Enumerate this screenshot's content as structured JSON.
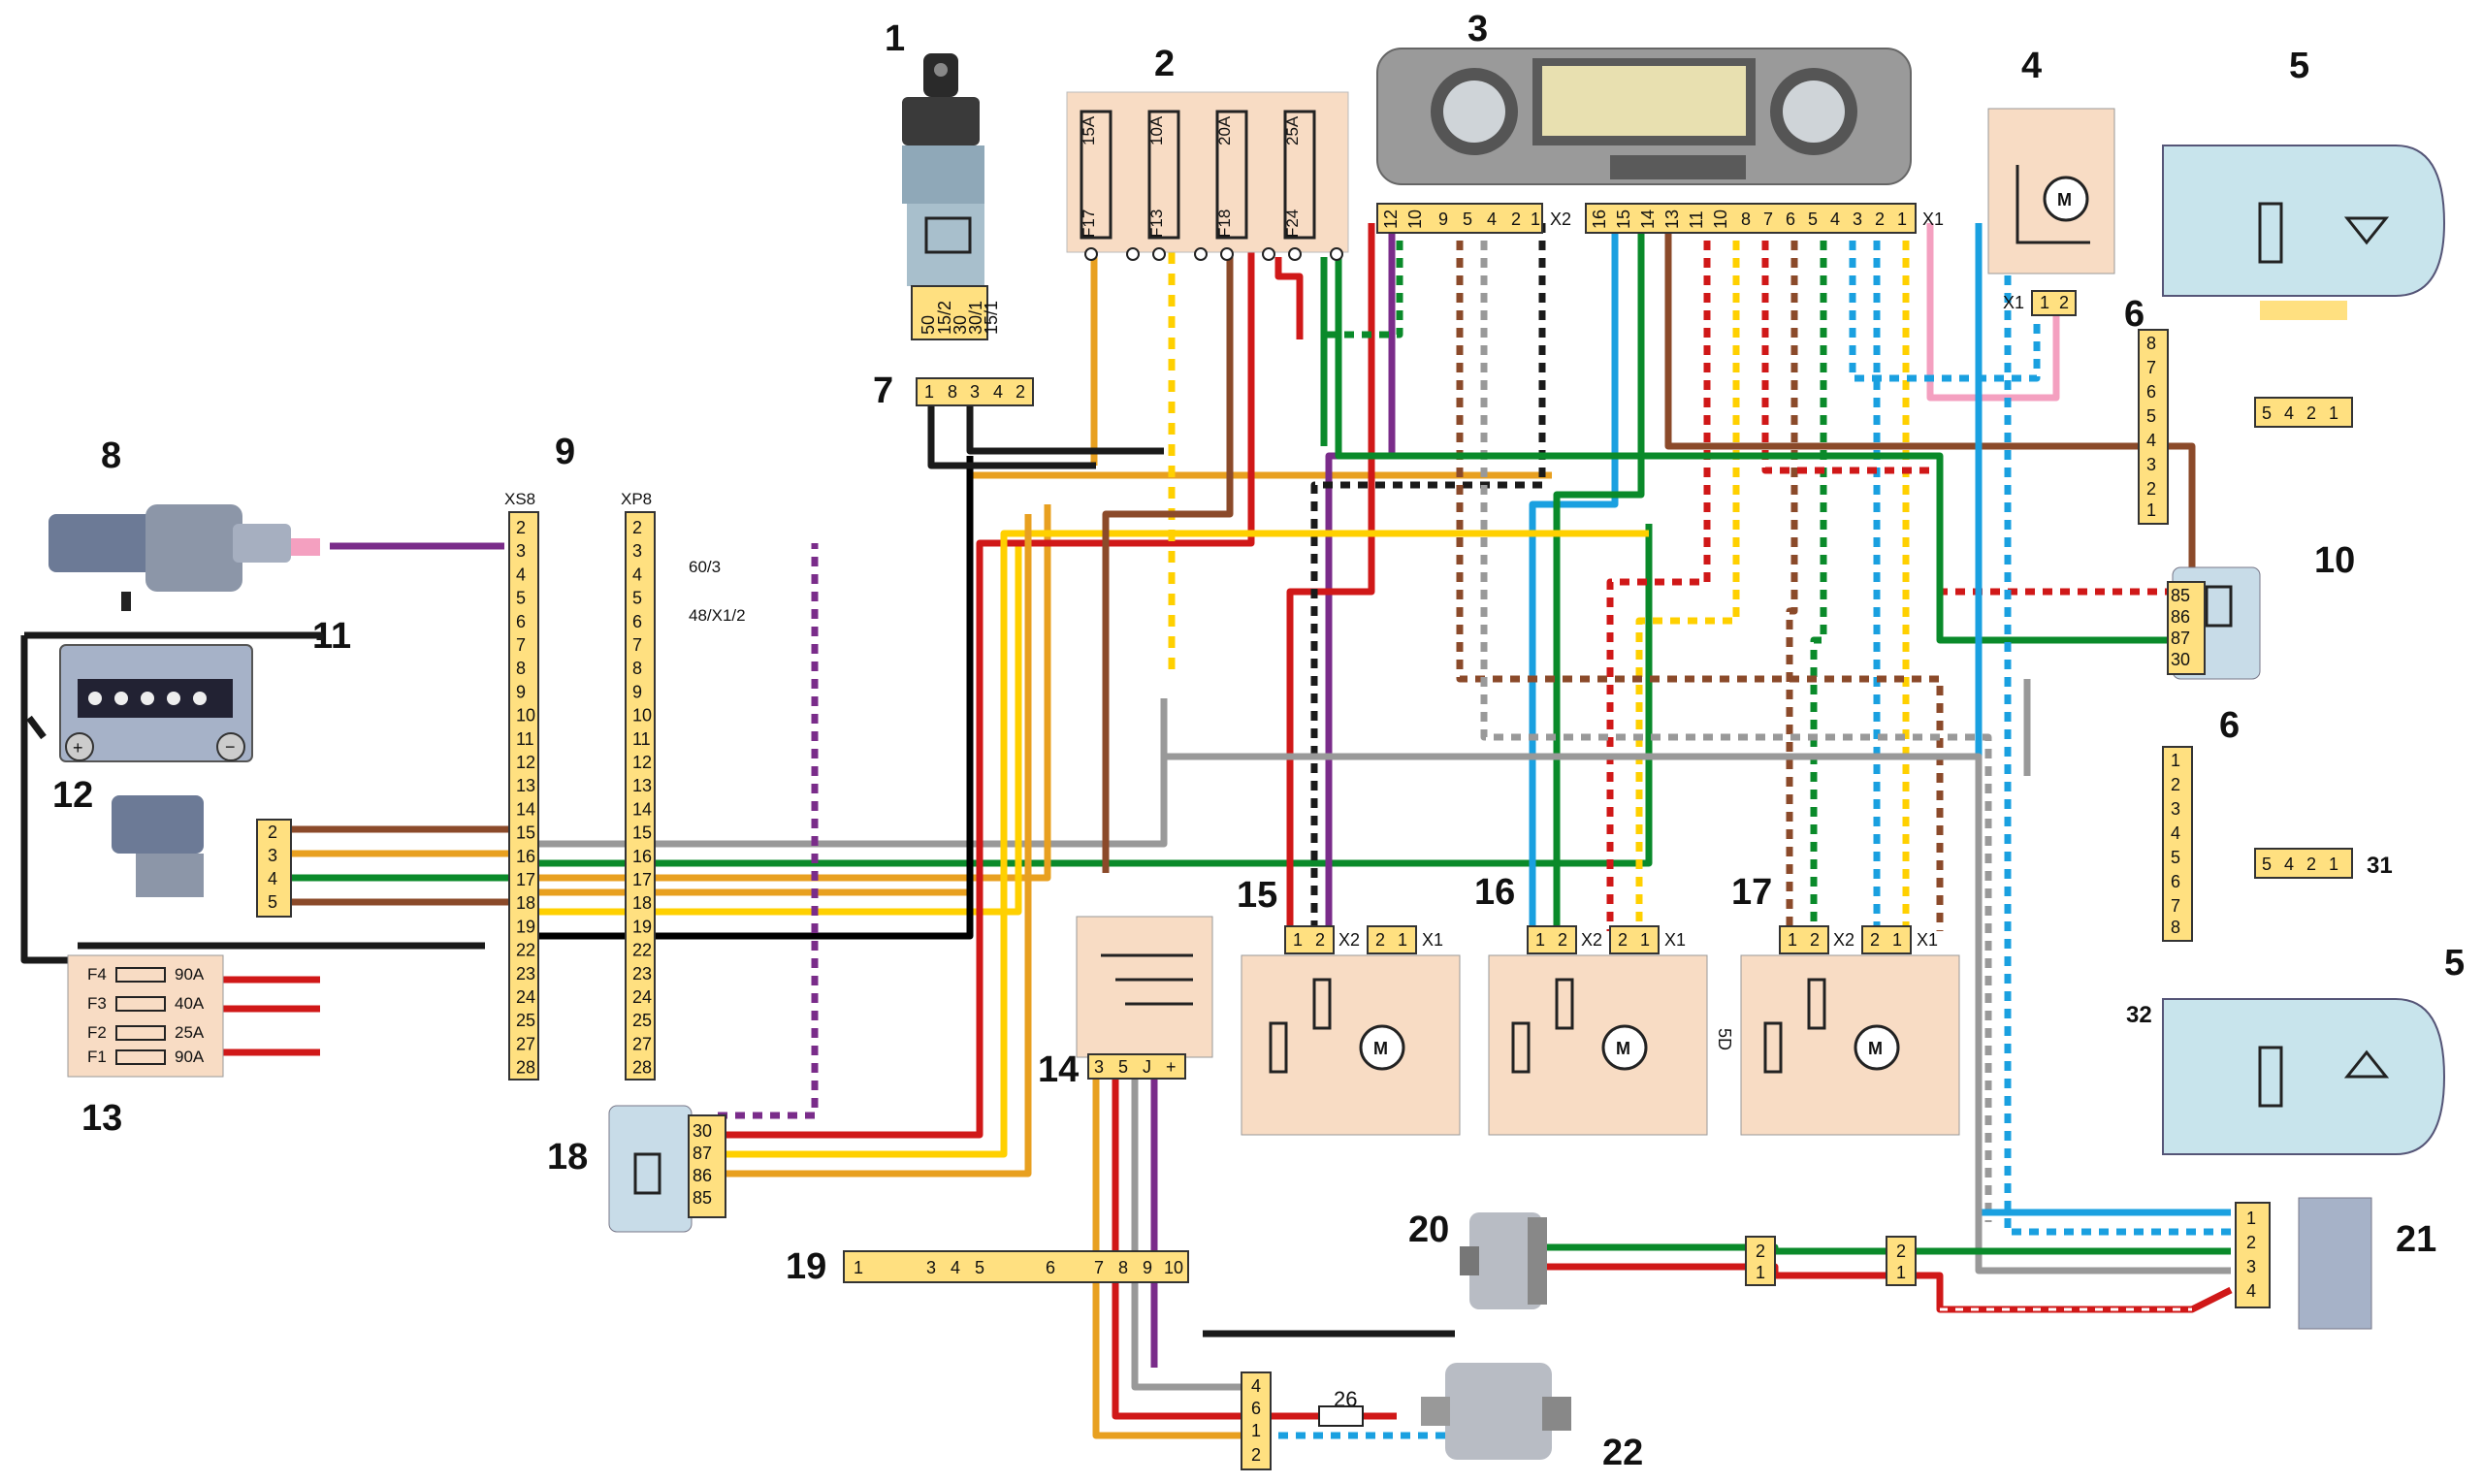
{
  "components": [
    {
      "id": "1",
      "label": "1"
    },
    {
      "id": "2",
      "label": "2"
    },
    {
      "id": "3",
      "label": "3"
    },
    {
      "id": "4",
      "label": "4"
    },
    {
      "id": "5a",
      "label": "5"
    },
    {
      "id": "5b",
      "label": "5"
    },
    {
      "id": "6a",
      "label": "6"
    },
    {
      "id": "6b",
      "label": "6"
    },
    {
      "id": "7",
      "label": "7"
    },
    {
      "id": "8",
      "label": "8"
    },
    {
      "id": "9",
      "label": "9"
    },
    {
      "id": "10",
      "label": "10"
    },
    {
      "id": "11",
      "label": "11"
    },
    {
      "id": "12",
      "label": "12"
    },
    {
      "id": "13",
      "label": "13"
    },
    {
      "id": "14",
      "label": "14"
    },
    {
      "id": "15",
      "label": "15"
    },
    {
      "id": "16",
      "label": "16"
    },
    {
      "id": "17",
      "label": "17"
    },
    {
      "id": "18",
      "label": "18"
    },
    {
      "id": "19",
      "label": "19"
    },
    {
      "id": "20",
      "label": "20"
    },
    {
      "id": "21",
      "label": "21"
    },
    {
      "id": "22",
      "label": "22"
    },
    {
      "id": "26",
      "label": "26"
    },
    {
      "id": "31",
      "label": "31"
    },
    {
      "id": "32",
      "label": "32"
    }
  ],
  "fuse_block": {
    "ratings": [
      "15A",
      "10A",
      "20A",
      "25A"
    ],
    "names": [
      "F17",
      "F13",
      "F18",
      "F24"
    ]
  },
  "ignition_switch": {
    "pins": [
      "50",
      "15/2",
      "30",
      "30/1",
      "15/1"
    ]
  },
  "connector_7": {
    "pins": [
      "1",
      "8",
      "3",
      "4",
      "2"
    ]
  },
  "controller_3": {
    "x2_label": "X2",
    "x1_label": "X1",
    "x2_pins": [
      "12",
      "10",
      "9",
      "5",
      "4",
      "2",
      "1"
    ],
    "x1_pins": [
      "16",
      "15",
      "14",
      "13",
      "11",
      "10",
      "8",
      "7",
      "6",
      "5",
      "4",
      "3",
      "2",
      "1"
    ]
  },
  "motor_4": {
    "connector": "X1",
    "pins": [
      "1",
      "2"
    ]
  },
  "connector_9": {
    "xs_label": "XS8",
    "xp_label": "XP8",
    "pins": [
      "2",
      "3",
      "4",
      "5",
      "6",
      "7",
      "8",
      "9",
      "10",
      "11",
      "12",
      "13",
      "14",
      "15",
      "16",
      "17",
      "18",
      "19",
      "22",
      "23",
      "24",
      "25",
      "27",
      "28"
    ],
    "note_a": "60/3",
    "note_b": "48/X1/2"
  },
  "fuses_13": {
    "names": [
      "F4",
      "F3",
      "F2",
      "F1"
    ],
    "ratings": [
      "90A",
      "40A",
      "25A",
      "90A"
    ]
  },
  "connector_12": {
    "pins": [
      "2",
      "3",
      "4",
      "5"
    ]
  },
  "relay_10": {
    "pins": [
      "85",
      "86",
      "87",
      "30"
    ]
  },
  "relay_18": {
    "pins": [
      "30",
      "87",
      "86",
      "85"
    ]
  },
  "connector_6_top": {
    "pins": [
      "8",
      "7",
      "6",
      "5",
      "4",
      "3",
      "2",
      "1"
    ]
  },
  "connector_6_bottom": {
    "pins": [
      "1",
      "2",
      "3",
      "4",
      "5",
      "6",
      "7",
      "8"
    ]
  },
  "lamp_connector": {
    "pins": [
      "5",
      "4",
      "2",
      "1"
    ]
  },
  "actuators": {
    "x2_label": "X2",
    "x1_label": "X1",
    "x2_pins": [
      "1",
      "2"
    ],
    "x1_pins": [
      "2",
      "1"
    ],
    "rotated_note": "5D"
  },
  "switch_14": {
    "pins": [
      "3",
      "5",
      "J",
      "+"
    ]
  },
  "connector_19": {
    "pins": [
      "1",
      "3",
      "4",
      "5",
      "6",
      "7",
      "8",
      "9",
      "10"
    ]
  },
  "fan_20": {
    "pins": [
      "2",
      "1"
    ]
  },
  "block_21": {
    "pins": [
      "1",
      "2",
      "3",
      "4"
    ]
  },
  "motor_22": {
    "pins": [
      "4",
      "6",
      "1",
      "2"
    ]
  }
}
